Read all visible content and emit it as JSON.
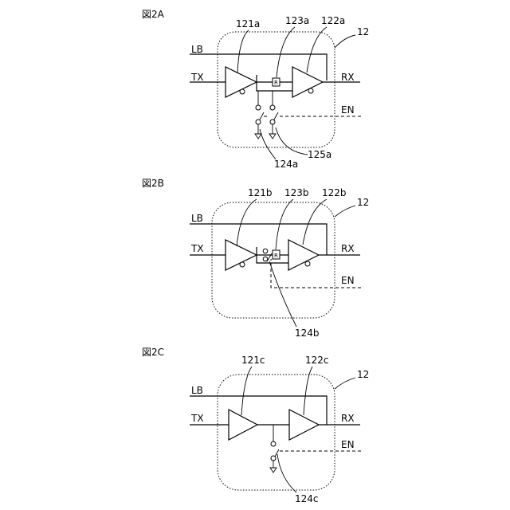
{
  "figures": [
    {
      "id": "2A",
      "title": "図2A",
      "labels": {
        "lb": "LB",
        "tx": "TX",
        "rx": "RX",
        "en": "EN",
        "module": "12",
        "amp1": "121a",
        "amp2": "122a",
        "resistor": "123a",
        "switch1": "124a",
        "switch2": "125a",
        "resistor_mark": "R"
      }
    },
    {
      "id": "2B",
      "title": "図2B",
      "labels": {
        "lb": "LB",
        "tx": "TX",
        "rx": "RX",
        "en": "EN",
        "module": "12",
        "amp1": "121b",
        "amp2": "122b",
        "resistor": "123b",
        "switch1": "124b",
        "resistor_mark": "R"
      }
    },
    {
      "id": "2C",
      "title": "図2C",
      "labels": {
        "lb": "LB",
        "tx": "TX",
        "rx": "RX",
        "en": "EN",
        "module": "12",
        "amp1": "121c",
        "amp2": "122c",
        "switch1": "124c"
      }
    }
  ]
}
